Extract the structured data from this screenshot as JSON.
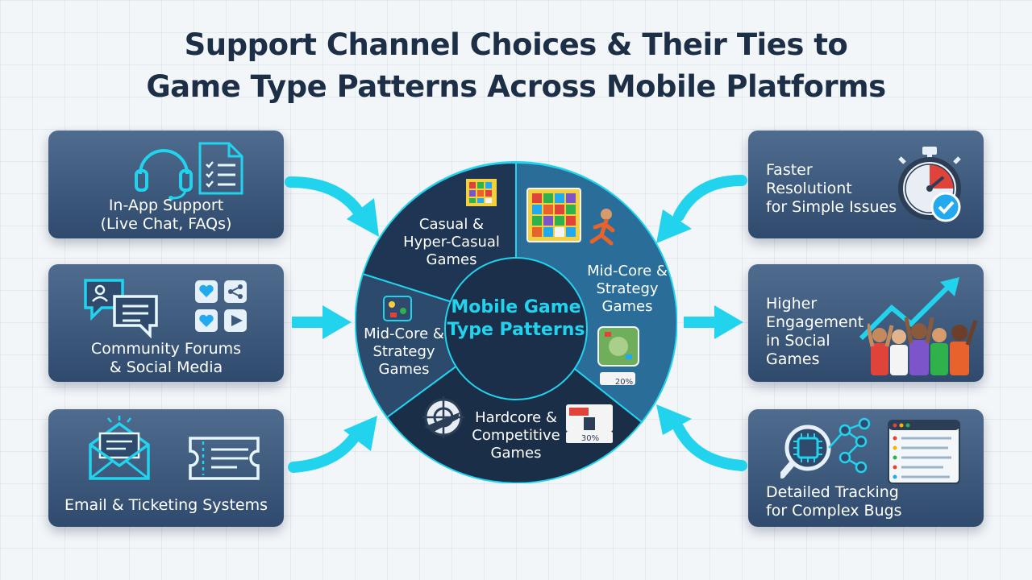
{
  "title": {
    "line1": "Support Channel Choices & Their Ties to",
    "line2": "Game Type Patterns Across Mobile Platforms"
  },
  "channels": [
    {
      "label1": "In-App Support",
      "label2": "(Live Chat, FAQs)",
      "icons": [
        "headset-icon",
        "checklist-document-icon"
      ]
    },
    {
      "label1": "Community Forums",
      "label2": "& Social Media",
      "icons": [
        "chat-bubbles-icon",
        "social-grid-icon"
      ]
    },
    {
      "label1": "Email & Ticketing Systems",
      "icons": [
        "envelope-icon",
        "ticket-icon"
      ]
    }
  ],
  "outcomes": [
    {
      "label1": "Faster",
      "label2": "Resolutiont",
      "label3": "for Simple Issues",
      "icons": [
        "stopwatch-icon",
        "check-badge-icon"
      ]
    },
    {
      "label1": "Higher",
      "label2": "Engagement",
      "label3": "in Social",
      "label4": "Games",
      "icons": [
        "growth-arrow-icon",
        "cheering-crowd-icon"
      ]
    },
    {
      "label1": "Detailed Tracking",
      "label2": "for Complex Bugs",
      "icons": [
        "magnifier-chip-icon",
        "bug-report-window-icon"
      ]
    }
  ],
  "wheel": {
    "center": {
      "line1": "Mobile Game",
      "line2": "Type Patterns"
    },
    "segments": [
      {
        "line1": "Casual &",
        "line2": "Hyper-Casual",
        "line3": "Games"
      },
      {
        "line1": "Mid-Core &",
        "line2": "Strategy",
        "line3": "Games",
        "badge": "20%"
      },
      {
        "line1": "Hardcore &",
        "line2": "Competitive",
        "line3": "Games",
        "badge": "30%"
      },
      {
        "line1": "Mid-Core &",
        "line2": "Strategy",
        "line3": "Games"
      }
    ]
  },
  "colors": {
    "accent": "#22d3ee",
    "card": "#3d5a7e",
    "title": "#1d2f47",
    "wheel_dark": "#1e3553",
    "wheel_mid": "#2a6d99"
  }
}
